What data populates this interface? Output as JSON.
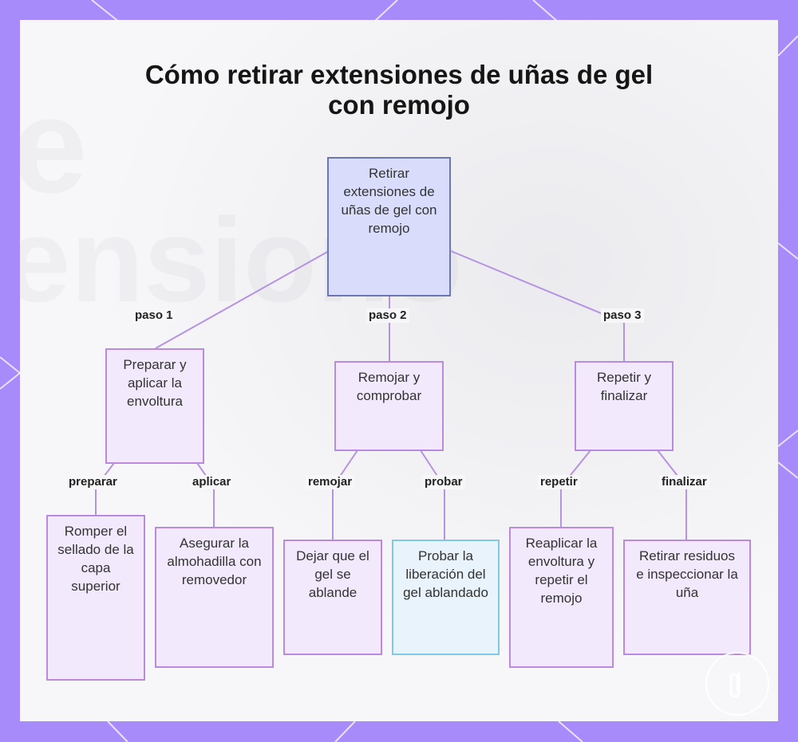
{
  "title": "Cómo retirar extensiones de uñas de gel con remojo",
  "background_watermark": [
    "e",
    "ensiono"
  ],
  "nodes": {
    "root": "Retirar extensiones de uñas de gel con remojo",
    "step1": "Preparar y aplicar la envoltura",
    "step2": "Remojar y comprobar",
    "step3": "Repetir y finalizar",
    "break_seal": "Romper el sellado de la capa superior",
    "secure_pad": "Asegurar la almohadilla con removedor",
    "let_soften": "Dejar que el gel se ablande",
    "test_release": "Probar la liberación del gel ablandado",
    "reapply": "Reaplicar la envoltura y repetir el remojo",
    "remove_residue": "Retirar residuos e inspeccionar la uña"
  },
  "edge_labels": {
    "paso1": "paso 1",
    "paso2": "paso 2",
    "paso3": "paso 3",
    "preparar": "preparar",
    "aplicar": "aplicar",
    "remojar": "remojar",
    "probar": "probar",
    "repetir": "repetir",
    "finalizar": "finalizar"
  },
  "colors": {
    "frame": "#a78bfa",
    "node_fill": "#f3e9fd",
    "node_border": "#b98ae0",
    "root_fill": "#d9ddfb",
    "root_border": "#6a76b5",
    "highlight_fill": "#e9f3fb",
    "highlight_border": "#7fc8e6",
    "edge": "#b692e3"
  }
}
